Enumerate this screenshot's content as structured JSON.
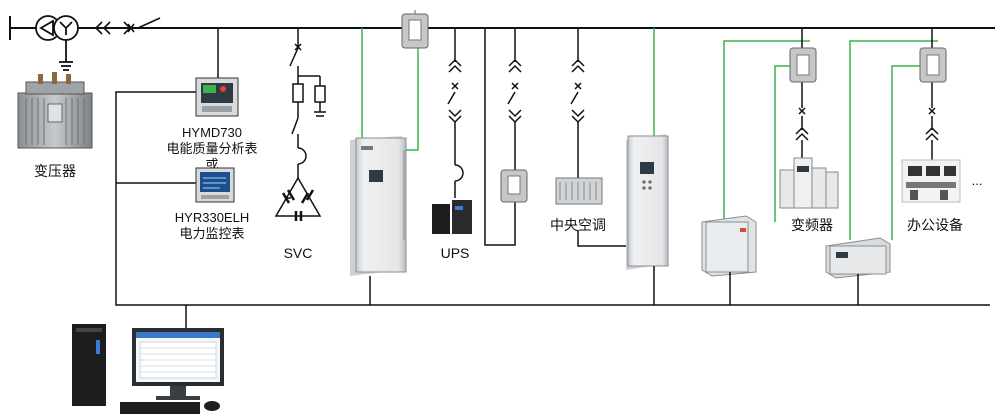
{
  "labels": {
    "transformer": "变压器",
    "meter1_line1": "HYMD730",
    "meter1_line2": "电能质量分析表",
    "or": "或",
    "meter2_line1": "HYR330ELH",
    "meter2_line2": "电力监控表",
    "svc": "SVC",
    "ups": "UPS",
    "central_ac": "中央空调",
    "vfd": "变频器",
    "office": "办公设备",
    "ellipsis": "..."
  },
  "colors": {
    "bus": "#111111",
    "signal": "#3cb44b",
    "cabinet": "#e6e8ea",
    "cabinet_dark": "#a9adb2",
    "ct": "#c9c9c9"
  }
}
